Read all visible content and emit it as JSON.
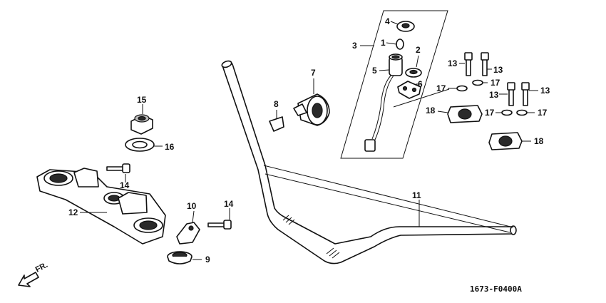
{
  "diagram": {
    "callouts": {
      "c1": "1",
      "c2": "2",
      "c3": "3",
      "c4": "4",
      "c5": "5",
      "c6": "6",
      "c7": "7",
      "c8": "8",
      "c9": "9",
      "c10": "10",
      "c11": "11",
      "c12": "12",
      "c13a": "13",
      "c13b": "13",
      "c13c": "13",
      "c13d": "13",
      "c14a": "14",
      "c14b": "14",
      "c15": "15",
      "c16": "16",
      "c17a": "17",
      "c17b": "17",
      "c17c": "17",
      "c17d": "17",
      "c18a": "18",
      "c18b": "18"
    },
    "front_arrow_label": "FR.",
    "drawing_code": "1673-F0400A"
  }
}
